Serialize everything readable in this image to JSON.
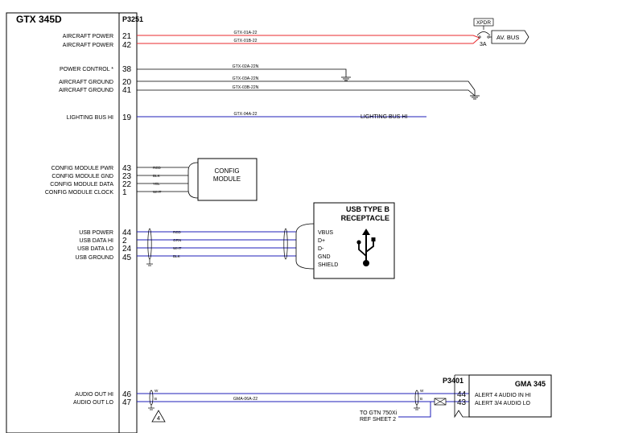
{
  "lru": {
    "name": "GTX 345D",
    "connector": "P3251"
  },
  "signals": [
    {
      "label": "AIRCRAFT POWER",
      "pin": "21",
      "wire": "GTX-01A-22"
    },
    {
      "label": "AIRCRAFT POWER",
      "pin": "42",
      "wire": "GTX-01B-22"
    },
    {
      "label": "POWER CONTROL *",
      "pin": "38",
      "wire": "GTX-02A-22N"
    },
    {
      "label": "AIRCRAFT GROUND",
      "pin": "20",
      "wire": "GTX-03A-22N"
    },
    {
      "label": "AIRCRAFT GROUND",
      "pin": "41",
      "wire": "GTX-03B-22N"
    },
    {
      "label": "LIGHTING BUS HI",
      "pin": "19",
      "wire": "GTX-04A-22"
    },
    {
      "label": "CONFIG MODULE PWR",
      "pin": "43",
      "color": "RED"
    },
    {
      "label": "CONFIG MODULE GND",
      "pin": "23",
      "color": "BLK"
    },
    {
      "label": "CONFIG MODULE DATA",
      "pin": "22",
      "color": "YEL"
    },
    {
      "label": "CONFIG MODULE CLOCK",
      "pin": "1",
      "color": "WHT"
    },
    {
      "label": "USB POWER",
      "pin": "44",
      "color": "RED"
    },
    {
      "label": "USB DATA HI",
      "pin": "2",
      "color": "GRN"
    },
    {
      "label": "USB DATA LO",
      "pin": "24",
      "color": "WHT"
    },
    {
      "label": "USB GROUND",
      "pin": "45",
      "color": "BLK"
    },
    {
      "label": "AUDIO OUT HI",
      "pin": "46",
      "color": "W"
    },
    {
      "label": "AUDIO OUT LO",
      "pin": "47",
      "color": "B"
    }
  ],
  "breaker": {
    "label": "XPDR",
    "rating": "3A",
    "bus": "AV. BUS"
  },
  "lighting_bus": "LIGHTING BUS HI",
  "config_module": {
    "line1": "CONFIG",
    "line2": "MODULE"
  },
  "usb": {
    "title1": "USB TYPE B",
    "title2": "RECEPTACLE",
    "pins": [
      "VBUS",
      "D+",
      "D-",
      "GND",
      "SHIELD"
    ]
  },
  "audio_wire": "GMA-06A-22",
  "note_ref": "4",
  "gma": {
    "name": "GMA 345",
    "connector": "P3401",
    "pins": [
      {
        "pin": "44",
        "label": "ALERT 4 AUDIO IN HI"
      },
      {
        "pin": "43",
        "label": "ALERT 3/4 AUDIO LO"
      }
    ],
    "shield_w": "W",
    "shield_b": "B"
  },
  "gtn_ref": {
    "line1": "TO GTN 750Xi",
    "line2": "REF SHEET  2"
  },
  "colors": {
    "power": "#e8282c",
    "signal": "#1f1fb8",
    "wire": "#000000"
  }
}
